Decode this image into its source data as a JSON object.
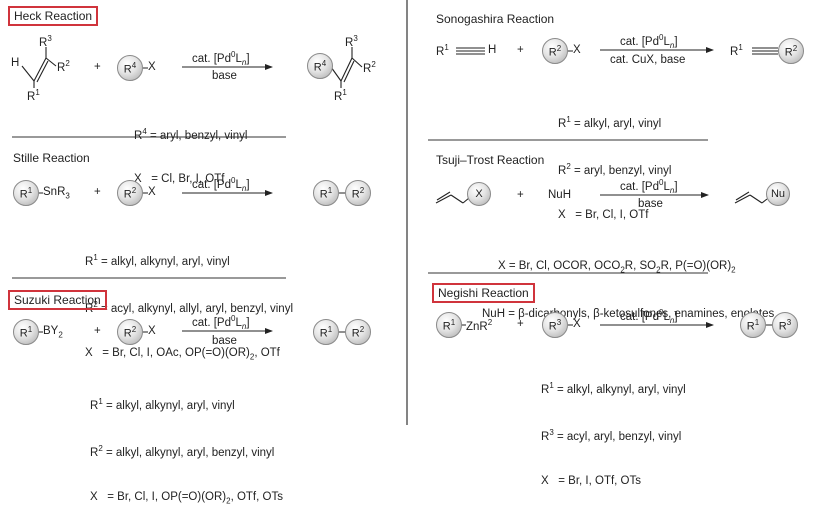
{
  "heck": {
    "title": "Heck Reaction",
    "plus": "+",
    "r4x_ball": "R4",
    "r4x_tail": "X",
    "cat": "cat. [Pd0Ln]",
    "base": "base",
    "cond": [
      "R4 = aryl, benzyl, vinyl",
      "X  = Cl, Br, I, OTf"
    ],
    "alkene": {
      "h": "H",
      "r1": "R1",
      "r2": "R2",
      "r3": "R3",
      "r4": "R4"
    }
  },
  "stille": {
    "title": "Stille Reaction",
    "r1": "R1",
    "sn": "SnR3",
    "r2": "R2",
    "x": "X",
    "plus": "+",
    "cat": "cat. [Pd0Ln]",
    "cond": [
      "R1 = alkyl, alkynyl, aryl, vinyl",
      "R2 = acyl, alkynyl, allyl, aryl, benzyl, vinyl",
      "X  = Br, Cl, I, OAc, OP(=O)(OR)2, OTf"
    ]
  },
  "suzuki": {
    "title": "Suzuki Reaction",
    "r1": "R1",
    "by": "BY2",
    "r2": "R2",
    "x": "X",
    "plus": "+",
    "cat": "cat. [Pd0Ln]",
    "base": "base",
    "cond": [
      "R1 = alkyl, alkynyl, aryl, vinyl",
      "R2 = alkyl, alkynyl, aryl, benzyl, vinyl",
      "X  = Br, Cl, I, OP(=O)(OR)2, OTf, OTs"
    ]
  },
  "sonogashira": {
    "title": "Sonogashira Reaction",
    "r1": "R1",
    "h": "H",
    "r2": "R2",
    "x": "X",
    "plus": "+",
    "cat": "cat. [Pd0Ln]",
    "cocat": "cat. CuX, base",
    "cond": [
      "R1 = alkyl, aryl, vinyl",
      "R2 = aryl, benzyl, vinyl",
      "X  = Br, Cl, I, OTf"
    ]
  },
  "tsuji": {
    "title": "Tsuji–Trost Reaction",
    "x": "X",
    "nuh": "NuH",
    "nu": "Nu",
    "plus": "+",
    "cat": "cat. [Pd0Ln]",
    "base": "base",
    "cond": [
      "X = Br, Cl, OCOR, OCO2R, SO2R, P(=O)(OR)2",
      "NuH = β-dicarbonyls, β-ketosulfones, enamines, enolates"
    ]
  },
  "negishi": {
    "title": "Negishi Reaction",
    "r1": "R1",
    "zn": "ZnR2",
    "r3": "R3",
    "x": "X",
    "plus": "+",
    "cat": "cat. [Pd0Ln]",
    "cond": [
      "R1 = alkyl, alkynyl, aryl, vinyl",
      "R3 = acyl, aryl, benzyl, vinyl",
      "X  = Br, I, OTf, OTs"
    ]
  }
}
